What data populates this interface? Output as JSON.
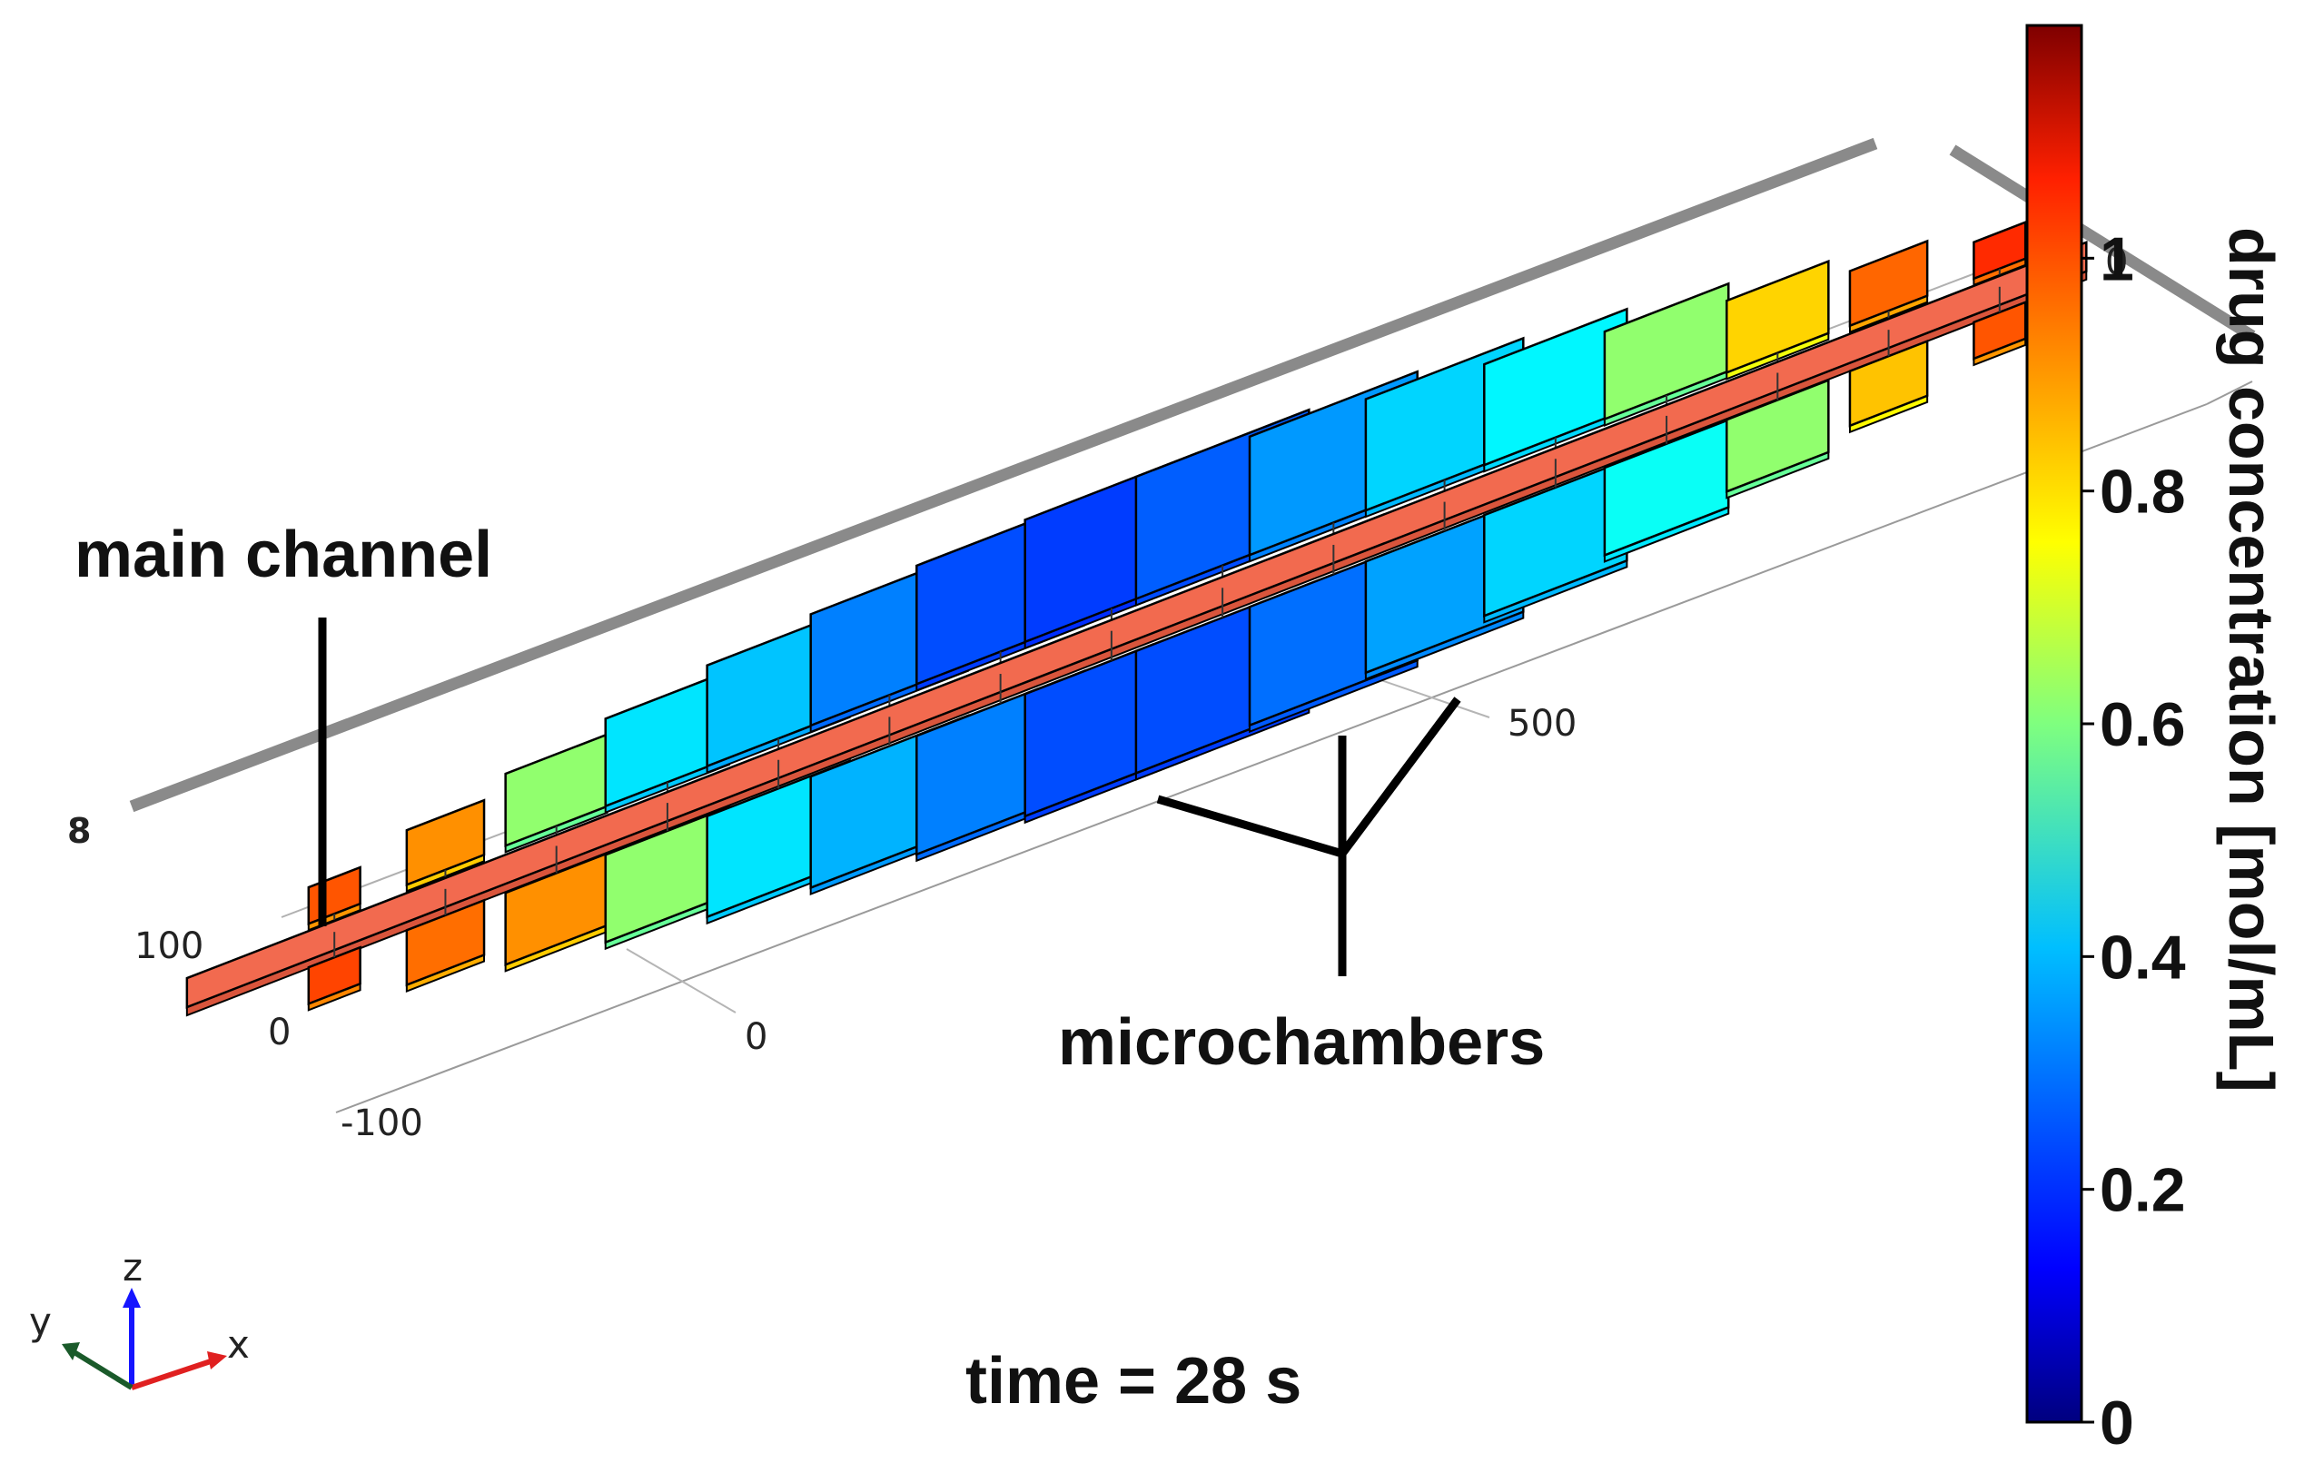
{
  "labels": {
    "main_channel": "main channel",
    "microchambers": "microchambers",
    "time": "time = 28 s"
  },
  "axis_ticks": {
    "y_100": "100",
    "y_0": "0",
    "x_0": "0",
    "x_500": "500",
    "z_neg100": "-100",
    "top_glyph": "0",
    "edge_glyph": "8"
  },
  "triad": {
    "x": "x",
    "y": "y",
    "z": "z"
  },
  "colorbar": {
    "title": "drug concentration [mol/mL]",
    "min": 0,
    "max": 1.2,
    "ticks": [
      "0",
      "0.2",
      "0.4",
      "0.6",
      "0.8",
      "1"
    ],
    "colormap": "jet"
  },
  "channel_color": "#f26a4f",
  "chambers": {
    "upper_row": [
      0.95,
      0.88,
      0.62,
      0.42,
      0.38,
      0.3,
      0.24,
      0.22,
      0.26,
      0.33,
      0.4,
      0.44,
      0.62,
      0.8,
      0.93,
      1.0
    ],
    "lower_row": [
      0.97,
      0.92,
      0.88,
      0.62,
      0.42,
      0.36,
      0.3,
      0.24,
      0.24,
      0.28,
      0.34,
      0.4,
      0.46,
      0.62,
      0.82,
      0.95
    ]
  }
}
